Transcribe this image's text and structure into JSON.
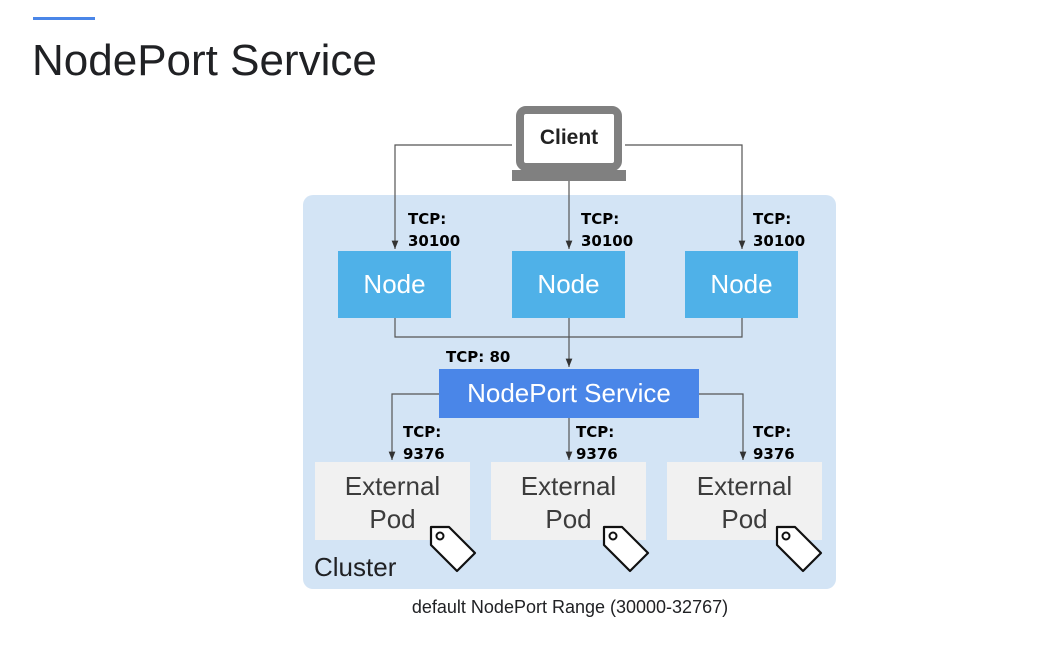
{
  "slide": {
    "title": "NodePort Service",
    "footer": "default NodePort Range (30000-32767)"
  },
  "diagram": {
    "client": "Client",
    "cluster_label": "Cluster",
    "nodes": [
      {
        "label": "Node",
        "port_label_1": "TCP:",
        "port_label_2": "30100"
      },
      {
        "label": "Node",
        "port_label_1": "TCP:",
        "port_label_2": "30100"
      },
      {
        "label": "Node",
        "port_label_1": "TCP:",
        "port_label_2": "30100"
      }
    ],
    "service": {
      "label": "NodePort Service",
      "port_label": "TCP: 80"
    },
    "pods": [
      {
        "line1": "External",
        "line2": "Pod",
        "port_label_1": "TCP:",
        "port_label_2": "9376"
      },
      {
        "line1": "External",
        "line2": "Pod",
        "port_label_1": "TCP:",
        "port_label_2": "9376"
      },
      {
        "line1": "External",
        "line2": "Pod",
        "port_label_1": "TCP:",
        "port_label_2": "9376"
      }
    ]
  },
  "colors": {
    "accent": "#4a86e8",
    "cluster_bg": "#d3e4f5",
    "node": "#4fb1e8",
    "service": "#4a86e8",
    "pod": "#f1f1f1"
  },
  "icons": [
    "laptop-icon",
    "tag-icon"
  ]
}
